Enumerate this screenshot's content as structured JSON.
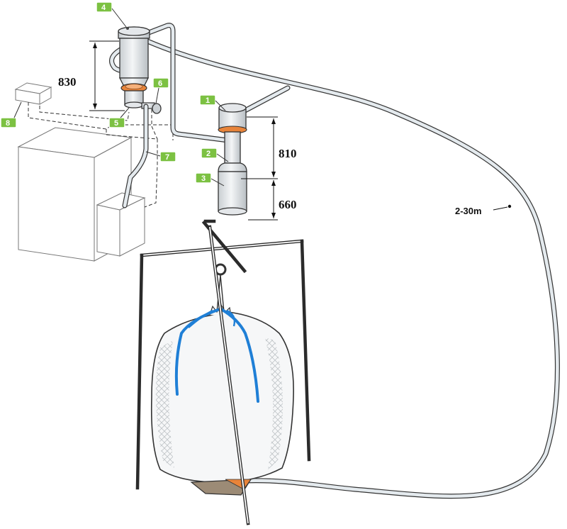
{
  "badges": {
    "b1": "1",
    "b2": "2",
    "b3": "3",
    "b4": "4",
    "b5": "5",
    "b6": "6",
    "b7": "7",
    "b8": "8"
  },
  "dimensions": {
    "filter_height": "830",
    "pump_height": "810",
    "receiver_height": "660",
    "hose_length": "2-30m"
  },
  "colors": {
    "badge": "#7cc142",
    "bag_strap": "#1f7fd6",
    "gasket": "#e8843a",
    "base_plate": "#9c8b76",
    "hose": "#e4eaee"
  }
}
